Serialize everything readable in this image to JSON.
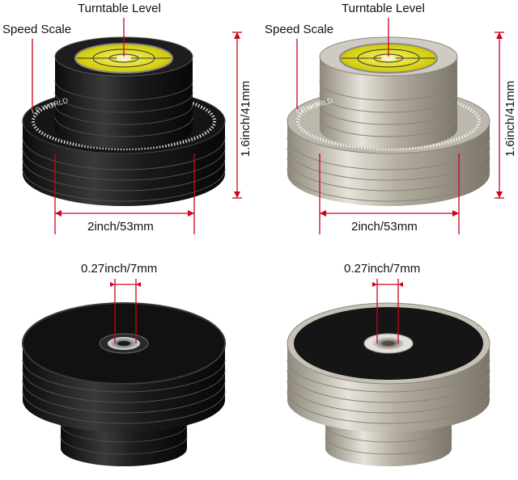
{
  "labels": {
    "turntable_level": "Turntable Level",
    "speed_scale": "Speed Scale",
    "height": "1.6inch/41mm",
    "width": "2inch/53mm",
    "hole": "0.27inch/7mm"
  },
  "ring_text": "LP WORLD",
  "colors": {
    "black_body": "#1b1b1b",
    "silver_body": "#b9b4a8",
    "level_yellow": "#e9e400",
    "dimension_line": "#d0021b"
  }
}
